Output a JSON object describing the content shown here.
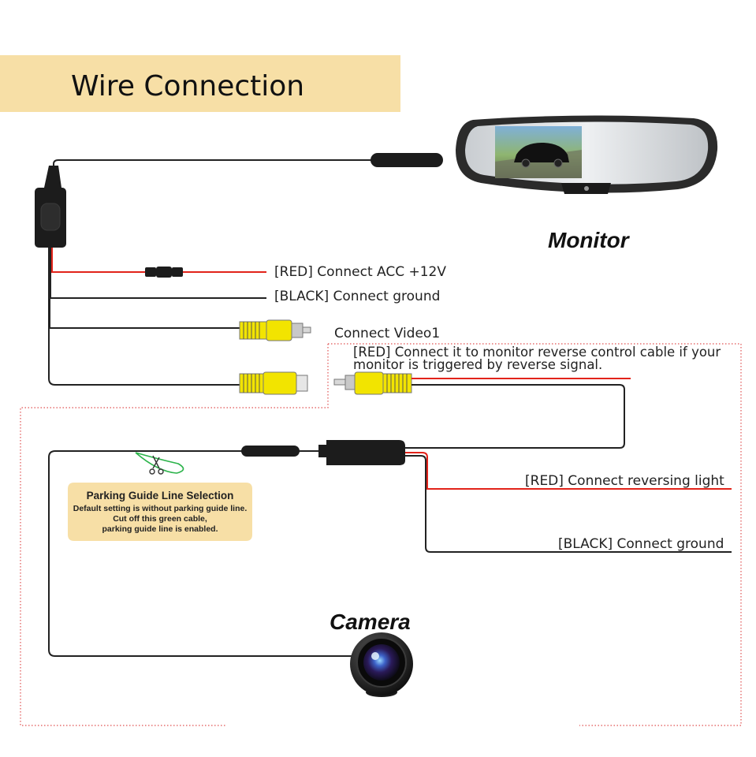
{
  "title": "Wire Connection",
  "colors": {
    "banner": "#f7dfa6",
    "wire_black": "#222222",
    "wire_red": "#e2231a",
    "rca_yellow": "#f2e400",
    "guide_green": "#2bb34a",
    "dotted_border": "#e05050",
    "note_bg": "#f7dfa6"
  },
  "monitor": {
    "label": "Monitor"
  },
  "camera": {
    "label": "Camera"
  },
  "monitor_wires": {
    "red_acc": "[RED] Connect ACC +12V",
    "black_ground": "[BLACK] Connect ground",
    "video": "Connect Video1"
  },
  "camera_wires": {
    "reverse_control_line1": "[RED] Connect it to monitor reverse control cable if your",
    "reverse_control_line2": "monitor is triggered by reverse signal.",
    "red_reversing_light": "[RED] Connect reversing light",
    "black_ground": "[BLACK] Connect ground"
  },
  "parking_note": {
    "title": "Parking Guide Line Selection",
    "line1": "Default setting is without parking guide line.",
    "line2": "Cut off this green cable,",
    "line3": "parking guide line is enabled."
  },
  "icons": [
    "scissors-icon",
    "mirror-monitor-icon",
    "camera-lens-icon",
    "rca-plug-icon",
    "rca-socket-icon",
    "inline-fuse-icon",
    "junction-box-icon"
  ]
}
